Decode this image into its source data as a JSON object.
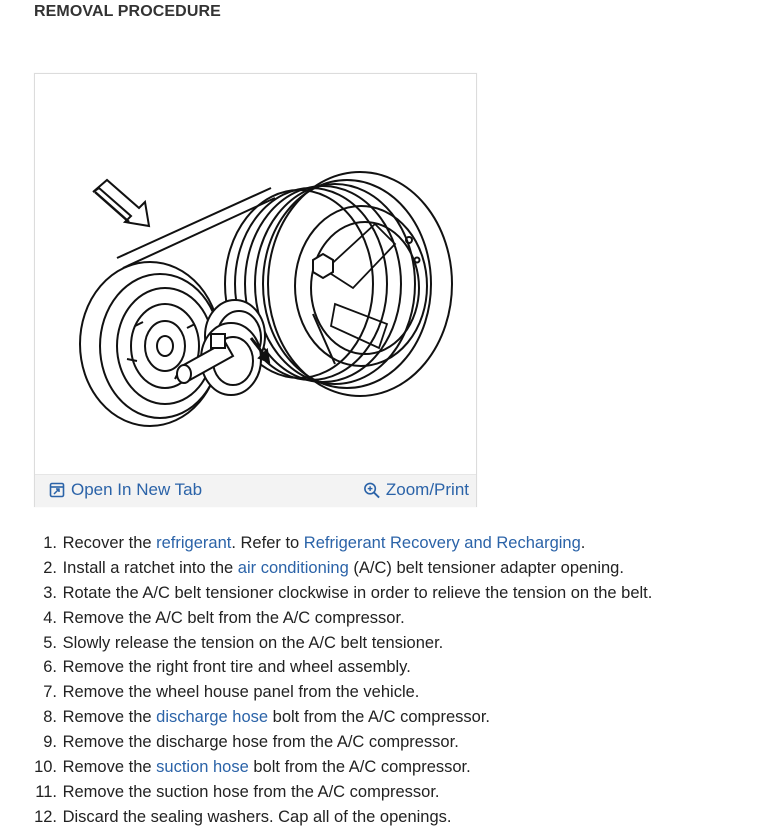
{
  "section": {
    "heading": "REMOVAL PROCEDURE"
  },
  "figure": {
    "open_new_tab_label": "Open In New Tab",
    "zoom_print_label": "Zoom/Print",
    "icons": {
      "open": "open-in-new-tab-icon",
      "zoom": "zoom-in-icon"
    }
  },
  "steps": [
    {
      "num": "1.",
      "parts": [
        {
          "t": "Recover the "
        },
        {
          "t": "refrigerant",
          "link": true
        },
        {
          "t": ". Refer to "
        },
        {
          "t": "Refrigerant Recovery and Recharging",
          "link": true
        },
        {
          "t": "."
        }
      ]
    },
    {
      "num": "2.",
      "parts": [
        {
          "t": "Install a ratchet into the "
        },
        {
          "t": "air conditioning",
          "link": true
        },
        {
          "t": " (A/C) belt tensioner adapter opening."
        }
      ]
    },
    {
      "num": "3.",
      "parts": [
        {
          "t": "Rotate the A/C belt tensioner clockwise in order to relieve the tension on the belt."
        }
      ]
    },
    {
      "num": "4.",
      "parts": [
        {
          "t": "Remove the A/C belt from the A/C compressor."
        }
      ]
    },
    {
      "num": "5.",
      "parts": [
        {
          "t": "Slowly release the tension on the A/C belt tensioner."
        }
      ]
    },
    {
      "num": "6.",
      "parts": [
        {
          "t": "Remove the right front tire and wheel assembly."
        }
      ]
    },
    {
      "num": "7.",
      "parts": [
        {
          "t": "Remove the wheel house panel from the vehicle."
        }
      ]
    },
    {
      "num": "8.",
      "parts": [
        {
          "t": "Remove the "
        },
        {
          "t": "discharge hose",
          "link": true
        },
        {
          "t": " bolt from the A/C compressor."
        }
      ]
    },
    {
      "num": "9.",
      "parts": [
        {
          "t": "Remove the discharge hose from the A/C compressor."
        }
      ]
    },
    {
      "num": "10.",
      "parts": [
        {
          "t": "Remove the "
        },
        {
          "t": "suction hose",
          "link": true
        },
        {
          "t": " bolt from the A/C compressor."
        }
      ]
    },
    {
      "num": "11.",
      "parts": [
        {
          "t": "Remove the suction hose from the A/C compressor."
        }
      ]
    },
    {
      "num": "12.",
      "parts": [
        {
          "t": "Discard the sealing washers. Cap all of the openings."
        }
      ]
    }
  ],
  "colors": {
    "link": "#2b63a8",
    "text": "#222222",
    "footer_bg": "#f3f3f3"
  }
}
